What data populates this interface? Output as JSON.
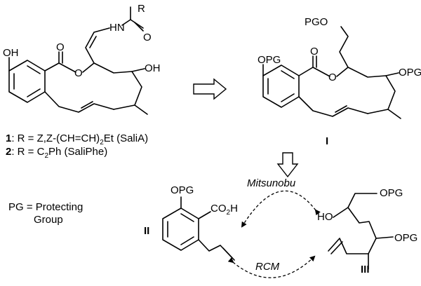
{
  "compound_1_2": {
    "label_r": "R",
    "label_hn": "HN",
    "label_o_amide": "O",
    "label_oh_phenol": "OH",
    "label_o_carbonyl": "O",
    "label_o_ester": "O",
    "label_oh_ring": "OH",
    "legend_line1_num": "1",
    "legend_line1_text": ": R = Z,Z-(CH=CH)",
    "legend_line1_sub": "2",
    "legend_line1_tail": "Et (SaliA)",
    "legend_line2_num": "2",
    "legend_line2_text": ": R = C",
    "legend_line2_sub": "2",
    "legend_line2_tail": "Ph (SaliPhe)"
  },
  "intermediate_I": {
    "label_pgo_top": "PGO",
    "label_opg_phenol": "OPG",
    "label_o_carbonyl": "O",
    "label_o_ester": "O",
    "label_opg_ring": "OPG",
    "id": "I"
  },
  "fragment_II": {
    "label_opg": "OPG",
    "label_co2h_main": "CO",
    "label_co2h_sub": "2",
    "label_co2h_tail": "H",
    "id": "II"
  },
  "fragment_III": {
    "label_opg_top": "OPG",
    "label_ho": "HO",
    "label_opg_bottom": "OPG",
    "id": "III"
  },
  "legend_pg": {
    "line1": "PG = Protecting",
    "line2": "Group"
  },
  "reactions": {
    "mitsunobu": "Mitsunobu",
    "rcm": "RCM"
  }
}
